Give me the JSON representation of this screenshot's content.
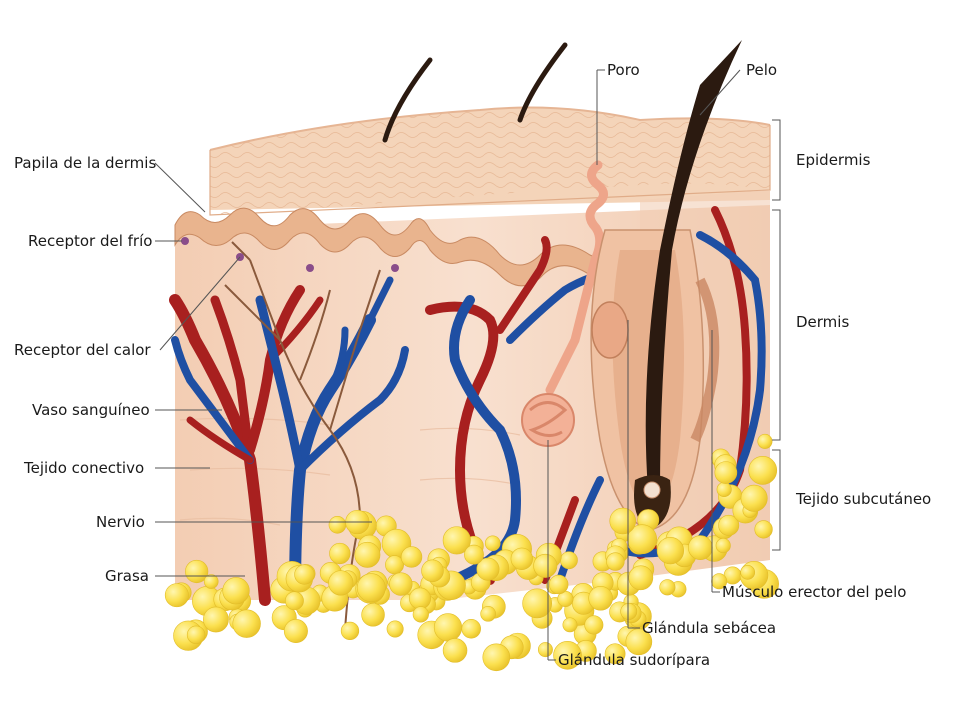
{
  "labels": {
    "papila": "Papila de la dermis",
    "receptor_frio": "Receptor del frío",
    "receptor_calor": "Receptor del calor",
    "vaso": "Vaso sanguíneo",
    "tejido_conectivo": "Tejido conectivo",
    "nervio": "Nervio",
    "grasa": "Grasa",
    "poro": "Poro",
    "pelo": "Pelo",
    "epidermis": "Epidermis",
    "dermis": "Dermis",
    "tejido_subcutaneo": "Tejido subcutáneo",
    "musculo": "Músculo erector del pelo",
    "glandula_sebacea": "Glándula sebácea",
    "glandula_sudoripara": "Glándula sudorípara"
  },
  "colors": {
    "epidermis": "#f2c9a6",
    "dermis": "#f7dcc8",
    "fat": "#fbe35a",
    "artery": "#a8201f",
    "vein": "#1f4fa3",
    "nerve": "#8a5a3c",
    "hair": "#2b1a10"
  }
}
